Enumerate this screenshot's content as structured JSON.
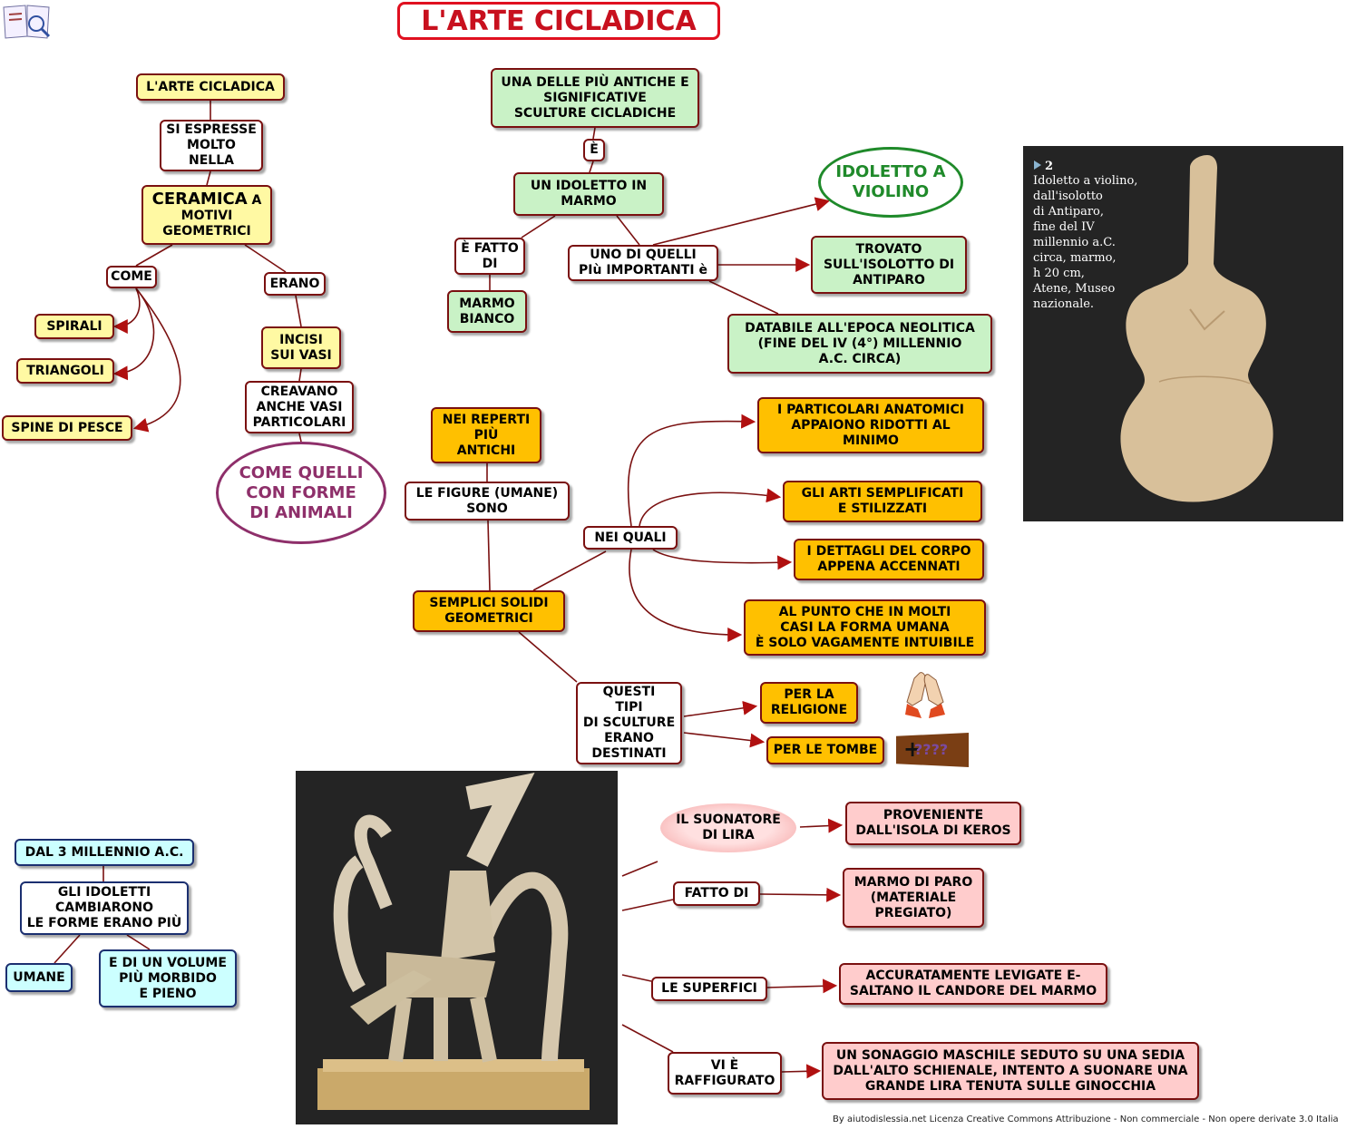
{
  "title": "L'ARTE CICLADICA",
  "caption": {
    "number": "2",
    "text": "Idoletto a violino,\ndall'isolotto\ndi Antiparo,\nfine del IV\nmillennio a.C.\ncirca, marmo,\nh 20 cm,\nAtene, Museo\nnazionale."
  },
  "nodes": {
    "arte": "L'ARTE CICLADICA",
    "espresse": "SI ESPRESSE\nMOLTO\nNELLA",
    "ceramica_main": "CERAMICA",
    "ceramica_a": " A",
    "ceramica_rest": "MOTIVI\nGEOMETRICI",
    "come": "COME",
    "erano": "ERANO",
    "spirali": "SPIRALI",
    "triangoli": "TRIANGOLI",
    "spine": "SPINE DI PESCE",
    "incisi": "INCISI\nSUI VASI",
    "creavano": "CREAVANO\nANCHE VASI\nPARTICOLARI",
    "animali": "COME QUELLI\nCON FORME\nDI ANIMALI",
    "antiche": "UNA DELLE PIÙ ANTICHE E\nSIGNIFICATIVE\nSCULTURE  CICLADICHE",
    "e_link": "È",
    "idoletto_marmo": "UN  IDOLETTO  IN\nMARMO",
    "violino": "IDOLETTO A\nVIOLINO",
    "fatto_di": "È FATTO\nDI",
    "marmo_bianco": "MARMO\nBIANCO",
    "importanti": "UNO DI QUELLI\nPIù IMPORTANTI è",
    "trovato": "TROVATO\nSULL'ISOLOTTO DI\nANTIPARO",
    "databile": "DATABILE ALL'EPOCA NEOLITICA\n(FINE DEL IV (4°) MILLENNIO\nA.C. CIRCA)",
    "reperti": "NEI REPERTI\nPIÙ\nANTICHI",
    "figure": "LE  FIGURE (UMANE)\nSONO",
    "solidi": "SEMPLICI SOLIDI\nGEOMETRICI",
    "nei_quali": "NEI QUALI",
    "anatomici": "I PARTICOLARI ANATOMICI\nAPPAIONO RIDOTTI AL\nMINIMO",
    "arti": "GLI ARTI SEMPLIFICATI\nE STILIZZATI",
    "dettagli": "I DETTAGLI DEL CORPO\nAPPENA ACCENNATI",
    "forma_umana": "AL PUNTO CHE IN MOLTI\nCASI LA FORMA UMANA\nÈ SOLO VAGAMENTE INTUIBILE",
    "destinati": "QUESTI\nTIPI\nDI SCULTURE\nERANO\nDESTINATI",
    "religione": "PER LA\nRELIGIONE",
    "tombe": "PER LE TOMBE",
    "coffin_text": "????",
    "millennio": "DAL 3 MILLENNIO A.C.",
    "cambiarono": "GLI IDOLETTI\nCAMBIARONO\nLE FORME ERANO PIÙ",
    "umane": "UMANE",
    "volume": "E DI UN VOLUME\nPIÙ MORBIDO\nE PIENO",
    "suonatore": "IL SUONATORE\nDI LIRA",
    "keros": "PROVENIENTE\nDALL'ISOLA DI KEROS",
    "fatto_di2": "FATTO DI",
    "paro": "MARMO DI PARO\n(MATERIALE\nPREGIATO)",
    "superfici": "LE SUPERFICI",
    "levigate": "ACCURATAMENTE LEVIGATE E-\nSALTANO IL CANDORE DEL MARMO",
    "raffigurato": "VI È\nRAFFIGURATO",
    "sonaggio": "UN SONAGGIO MASCHILE SEDUTO SU UNA SEDIA\nDALL'ALTO SCHIENALE, INTENTO A SUONARE UNA\nGRANDE LIRA TENUTA SULLE GINOCCHIA"
  },
  "footer": "By aiutodislessia.net Licenza Creative Commons Attribuzione - Non commerciale - Non opere derivate 3.0 Italia",
  "colors": {
    "link": "#7a1010",
    "title": "#c8101e",
    "violino": "#1f8a2a",
    "animali": "#8e2f6a"
  }
}
